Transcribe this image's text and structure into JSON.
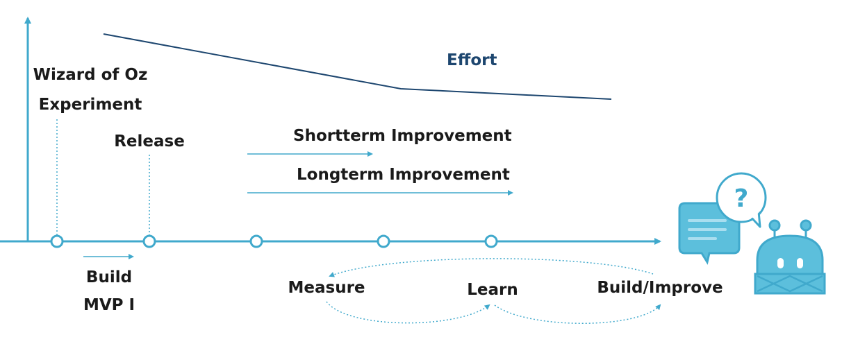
{
  "colors": {
    "accent": "#40a9cc",
    "effort_line": "#1d466f",
    "text": "#1a1a1a",
    "icon_fill": "#5cbfdc",
    "icon_light": "#a9deef"
  },
  "labels": {
    "wizard_line1": "Wizard of Oz",
    "wizard_line2": "Experiment",
    "release": "Release",
    "effort": "Effort",
    "shortterm": "Shortterm Improvement",
    "longterm": "Longterm Improvement",
    "build_line1": "Build",
    "build_line2": "MVP I",
    "measure": "Measure",
    "learn": "Learn",
    "build_improve": "Build/Improve",
    "question_mark": "?"
  },
  "icons": [
    "chat-bubble-icon",
    "question-bubble-icon",
    "robot-icon"
  ]
}
